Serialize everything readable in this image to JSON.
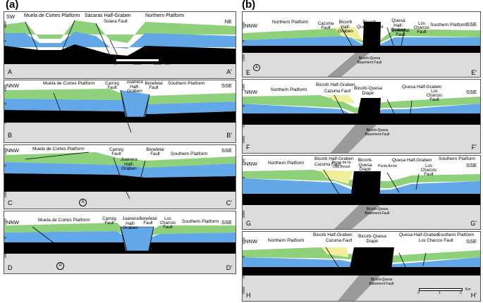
{
  "figure": {
    "panel_a": "(a)",
    "panel_b": "(b)"
  },
  "colors": {
    "green": "#8fd07a",
    "blue": "#62a8e8",
    "black": "#000000",
    "yellow": "#f0ee9a",
    "basement": "#dcdcdc",
    "basement_dark": "#9a9a9a",
    "frame": "#555555"
  },
  "sections": {
    "A": {
      "left_dir": "SW",
      "right_dir": "NE",
      "start": "A",
      "end": "A'",
      "labels": [
        "Muela de Cortes Platform",
        "Sácaras Half-Graben",
        "Northern Platform",
        "Solana Fault"
      ],
      "depths": [
        "1000",
        "0",
        "-1000"
      ],
      "scale": {
        "ticks": [
          "0",
          "1000",
          "2000"
        ],
        "unit": "Km"
      }
    },
    "B": {
      "left_dir": "NNW",
      "right_dir": "SSE",
      "start": "B",
      "end": "B'",
      "labels": [
        "Muela de Cortes Platform",
        "Carroig Fault",
        "Juanera Half-Graben",
        "Benefetal Fault",
        "Southern Platform"
      ],
      "depths": [
        "1000",
        "0",
        "-1000"
      ]
    },
    "C": {
      "left_dir": "NNW",
      "right_dir": "SSE",
      "start": "C",
      "end": "C'",
      "labels": [
        "Muela de Cortes Platform",
        "Carroig Fault",
        "Juanera Half-Graben",
        "Benefetal Fault",
        "Southern Platform"
      ],
      "depths": [
        "1000",
        "0",
        "-1000",
        "-2000"
      ],
      "well": "A"
    },
    "D": {
      "left_dir": "NNW",
      "right_dir": "SSE",
      "start": "D",
      "end": "D'",
      "labels": [
        "Muela de Cortes Platform",
        "Carroig Fault",
        "Juanera Half-Graben",
        "Benefetal Fault",
        "Los Charcos Fault",
        "Southern Platform"
      ],
      "depths": [
        "1000",
        "0",
        "-1000"
      ],
      "well": "A"
    },
    "E": {
      "left_dir": "NNW",
      "right_dir": "SSE",
      "start": "E",
      "end": "E'",
      "labels": [
        "Northern Platform",
        "Cazuma Fault",
        "Bicorb Half-Graben",
        "Bicorb-Quesa Diapir",
        "Quesa Half-Graben",
        "Benefetal Fault",
        "Los Charcos Fault",
        "Southern Platform",
        "Bicorb-Quesa Basement Fault"
      ],
      "depths": [
        "1000",
        "0",
        "-1000"
      ],
      "well": "A"
    },
    "F": {
      "left_dir": "NNW",
      "right_dir": "SSE",
      "start": "F",
      "end": "F'",
      "labels": [
        "Northern Platform",
        "Bicorb Half-Graben",
        "Cazuma Fault",
        "Bicorb-Quesa Diapir",
        "Quesa Half-Graben",
        "Los Charcos Fault",
        "Bicorb-Quesa Basement Fault"
      ],
      "depths": [
        "1000",
        "0",
        "-1000",
        "-2000"
      ]
    },
    "G": {
      "left_dir": "NNW",
      "right_dir": "SSE",
      "start": "G",
      "end": "G'",
      "labels": [
        "Northern Platform",
        "Bicorb Half-Graben",
        "Cazuma Fault",
        "Picos de la Olla thrust",
        "Bicorb-Quesa Diapir",
        "Punta Arnós",
        "Quesa Half-Graben",
        "Los Charcos Fault",
        "Southern Platform",
        "Bicorb-Quesa Basement Fault"
      ],
      "depths": [
        "1000",
        "0",
        "-1000",
        "-2000"
      ]
    },
    "H": {
      "left_dir": "NNW",
      "right_dir": "SSE",
      "start": "H",
      "end": "H'",
      "labels": [
        "Northern Platform",
        "Bicorb Half-Graben",
        "Cazuma Fault",
        "Bicorb-Quesa Diapir",
        "Quesa Half-Graben",
        "Los Charcos Fault",
        "Southern Platform",
        "Bicorb-Quesa Basement Fault"
      ],
      "depths": [
        "1000",
        "0",
        "-1000",
        "-2000"
      ],
      "scale": {
        "ticks": [
          "0",
          "1",
          "2"
        ],
        "unit": "Km"
      }
    }
  }
}
